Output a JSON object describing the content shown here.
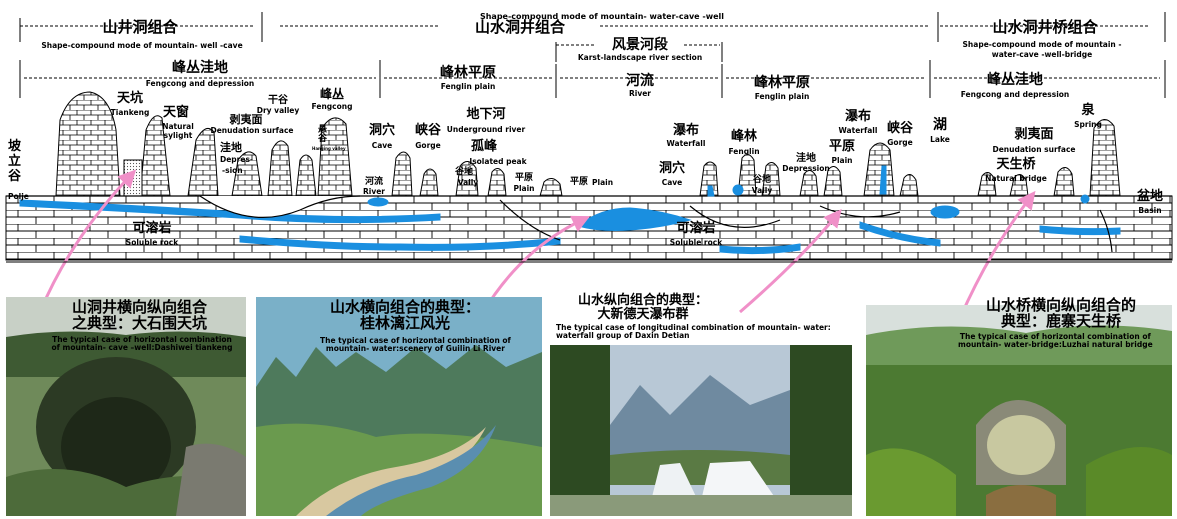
{
  "headers": {
    "top_en": "Shape-compound mode of mountain- water-cave -well",
    "left_cn": "山井洞组合",
    "left_en": "Shape-compound mode of mountain- well -cave",
    "center_cn": "山水洞井组合",
    "right_cn": "山水洞井桥组合",
    "right_en_1": "Shape-compound mode of mountain -",
    "right_en_2": "water-cave -well-bridge",
    "karst_cn": "风景河段",
    "karst_en": "Karst-landscape river section"
  },
  "zones": {
    "z1_cn": "峰丛洼地",
    "z1_en": "Fengcong and depression",
    "z2_cn": "峰林平原",
    "z2_en": "Fenglin plain",
    "z3_cn": "河流",
    "z3_en": "River",
    "z4_cn": "峰林平原",
    "z4_en": "Fenglin plain",
    "z5_cn": "峰丛洼地",
    "z5_en": "Fengcong and depression"
  },
  "labels": {
    "polje_cn": "坡立谷",
    "polje_en": "Polje",
    "tiankeng_cn": "天坑",
    "tiankeng_en": "Tiankeng",
    "skylight_cn": "天窗",
    "skylight_en1": "Natural",
    "skylight_en2": "sylight",
    "denud_cn": "剥夷面",
    "denud_en": "Denudation surface",
    "dryvalley_cn": "干谷",
    "dryvalley_en": "Dry valley",
    "fengcong_cn": "峰丛",
    "fengcong_en": "Fengcong",
    "depr_cn": "洼地",
    "depr_en1": "Depres-",
    "depr_en2": "-sion",
    "hang_cn": "悬谷",
    "hang_en": "Hanging valley",
    "cave_cn": "洞穴",
    "cave_en": "Cave",
    "gorge_cn": "峡谷",
    "gorge_en": "Gorge",
    "uriver_cn": "地下河",
    "uriver_en": "Underground river",
    "ipeak_cn": "孤峰",
    "ipeak_en": "Isolated peak",
    "vally_cn": "谷地",
    "vally_en": "Vally",
    "plain_cn": "平原",
    "plain_en": "Plain",
    "plain2_cn": "平原",
    "plain2_en": "Plain",
    "criver_cn": "河流",
    "criver_en": "River",
    "soluble1_cn": "可溶岩",
    "soluble1_en": "Soluble rock",
    "soluble2_cn": "可溶岩",
    "soluble2_en": "Soluble rock",
    "waterfall1_cn": "瀑布",
    "waterfall1_en": "Waterfall",
    "cave2_cn": "洞穴",
    "cave2_en": "Cave",
    "fenglin_cn": "峰林",
    "fenglin_en": "Fenglin",
    "vally2_cn": "谷地",
    "vally2_en": "Vally",
    "depr2_cn": "洼地",
    "depr2_en": "Depression",
    "waterfall2_cn": "瀑布",
    "waterfall2_en": "Waterfall",
    "plain3_cn": "平原",
    "plain3_en": "Plain",
    "gorge2_cn": "峡谷",
    "gorge2_en": "Gorge",
    "lake_cn": "湖",
    "lake_en": "Lake",
    "denud2_cn": "剥夷面",
    "denud2_en": "Denudation surface",
    "spring_cn": "泉",
    "spring_en": "Spring",
    "bridge_cn": "天生桥",
    "bridge_en": "Natural bridge",
    "basin_cn": "盆地",
    "basin_en": "Basin"
  },
  "captions": {
    "p1_cn1": "山洞井横向纵向组合",
    "p1_cn2": "之典型：大石围天坑",
    "p1_en1": "The typical case of horizontal combination",
    "p1_en2": "of mountain- cave –well:Dashiwei tiankeng",
    "p2_cn1": "山水横向组合的典型：",
    "p2_cn2": "桂林漓江风光",
    "p2_en1": "The typical case of horizontal combination of",
    "p2_en2": "mountain- water:scenery of Guilin  Li River",
    "p3_cn1": "山水纵向组合的典型：",
    "p3_cn2": "大新德天瀑布群",
    "p3_en1": "The typical case of longitudinal combination of mountain- water:",
    "p3_en2": "waterfall group  of  Daxin Detian",
    "p4_cn1": "山水桥横向纵向组合的",
    "p4_cn2": "典型：鹿寨天生桥",
    "p4_en1": "The typical case of horizontal combination of",
    "p4_en2": "mountain- water-bridge:Luzhai natural bridge"
  },
  "colors": {
    "water": "#1a8fe0",
    "arrow": "#f090c8",
    "rock_line": "#000000"
  }
}
